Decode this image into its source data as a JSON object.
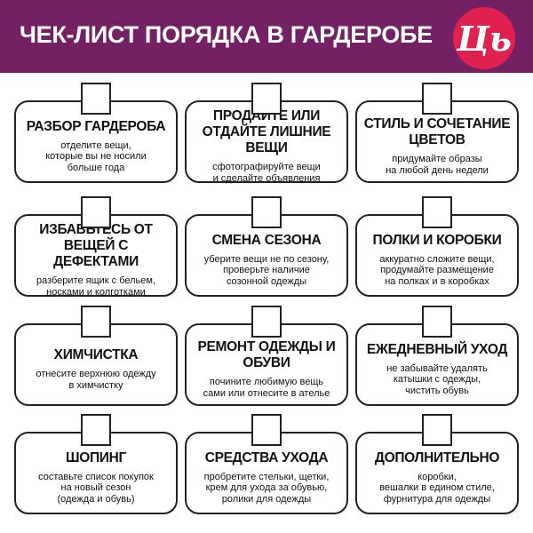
{
  "header": {
    "title": "ЧЕК-ЛИСТ ПОРЯДКА В ГАРДЕРОБЕ",
    "logo_text": "Ць",
    "accent": "#732164",
    "logo_color": "#e0204f"
  },
  "cards": [
    {
      "title": "РАЗБОР ГАРДЕРОБА",
      "desc": "отделите вещи,\nкоторые вы не носили\nбольше года"
    },
    {
      "title": "ПРОДАЙТЕ ИЛИ ОТДАЙТЕ ЛИШНИЕ ВЕЩИ",
      "desc": "сфотографируйте вещи\nи сделайте объявления"
    },
    {
      "title": "СТИЛЬ И СОЧЕТАНИЕ ЦВЕТОВ",
      "desc": "придумайте образы\nна любой день недели"
    },
    {
      "title": "ИЗБАВЬТЕСЬ ОТ ВЕЩЕЙ С ДЕФЕКТАМИ",
      "desc": "разберите ящик с бельем,\nносками и колготками"
    },
    {
      "title": "СМЕНА СЕЗОНА",
      "desc": "уберите вещи не по сезону,\nпроверьте наличие\nсозонной одежды"
    },
    {
      "title": "ПОЛКИ И КОРОБКИ",
      "desc": "аккуратно сложите вещи,\nпродумайте размещение\nна полках и в коробках"
    },
    {
      "title": "ХИМЧИСТКА",
      "desc": "отнесите верхнюю одежду\nв химчистку"
    },
    {
      "title": "РЕМОНТ ОДЕЖДЫ И ОБУВИ",
      "desc": "почините любимую вещь\nсами или отнесите в ателье"
    },
    {
      "title": "ЕЖЕДНЕВНЫЙ УХОД",
      "desc": "не забывайте удалять\nкатышки с одежды,\nчистить обувь"
    },
    {
      "title": "ШОПИНГ",
      "desc": "составьте список покупок\nна новый сезон\n(одежда и обувь)"
    },
    {
      "title": "СРЕДСТВА УХОДА",
      "desc": "пробретите стельки, щетки,\nкрем для ухода за обувью,\nролики для одежды"
    },
    {
      "title": "ДОПОЛНИТЕЛЬНО",
      "desc": "коробки,\nвешалки в едином стиле,\nфурнитура для одежды"
    }
  ]
}
